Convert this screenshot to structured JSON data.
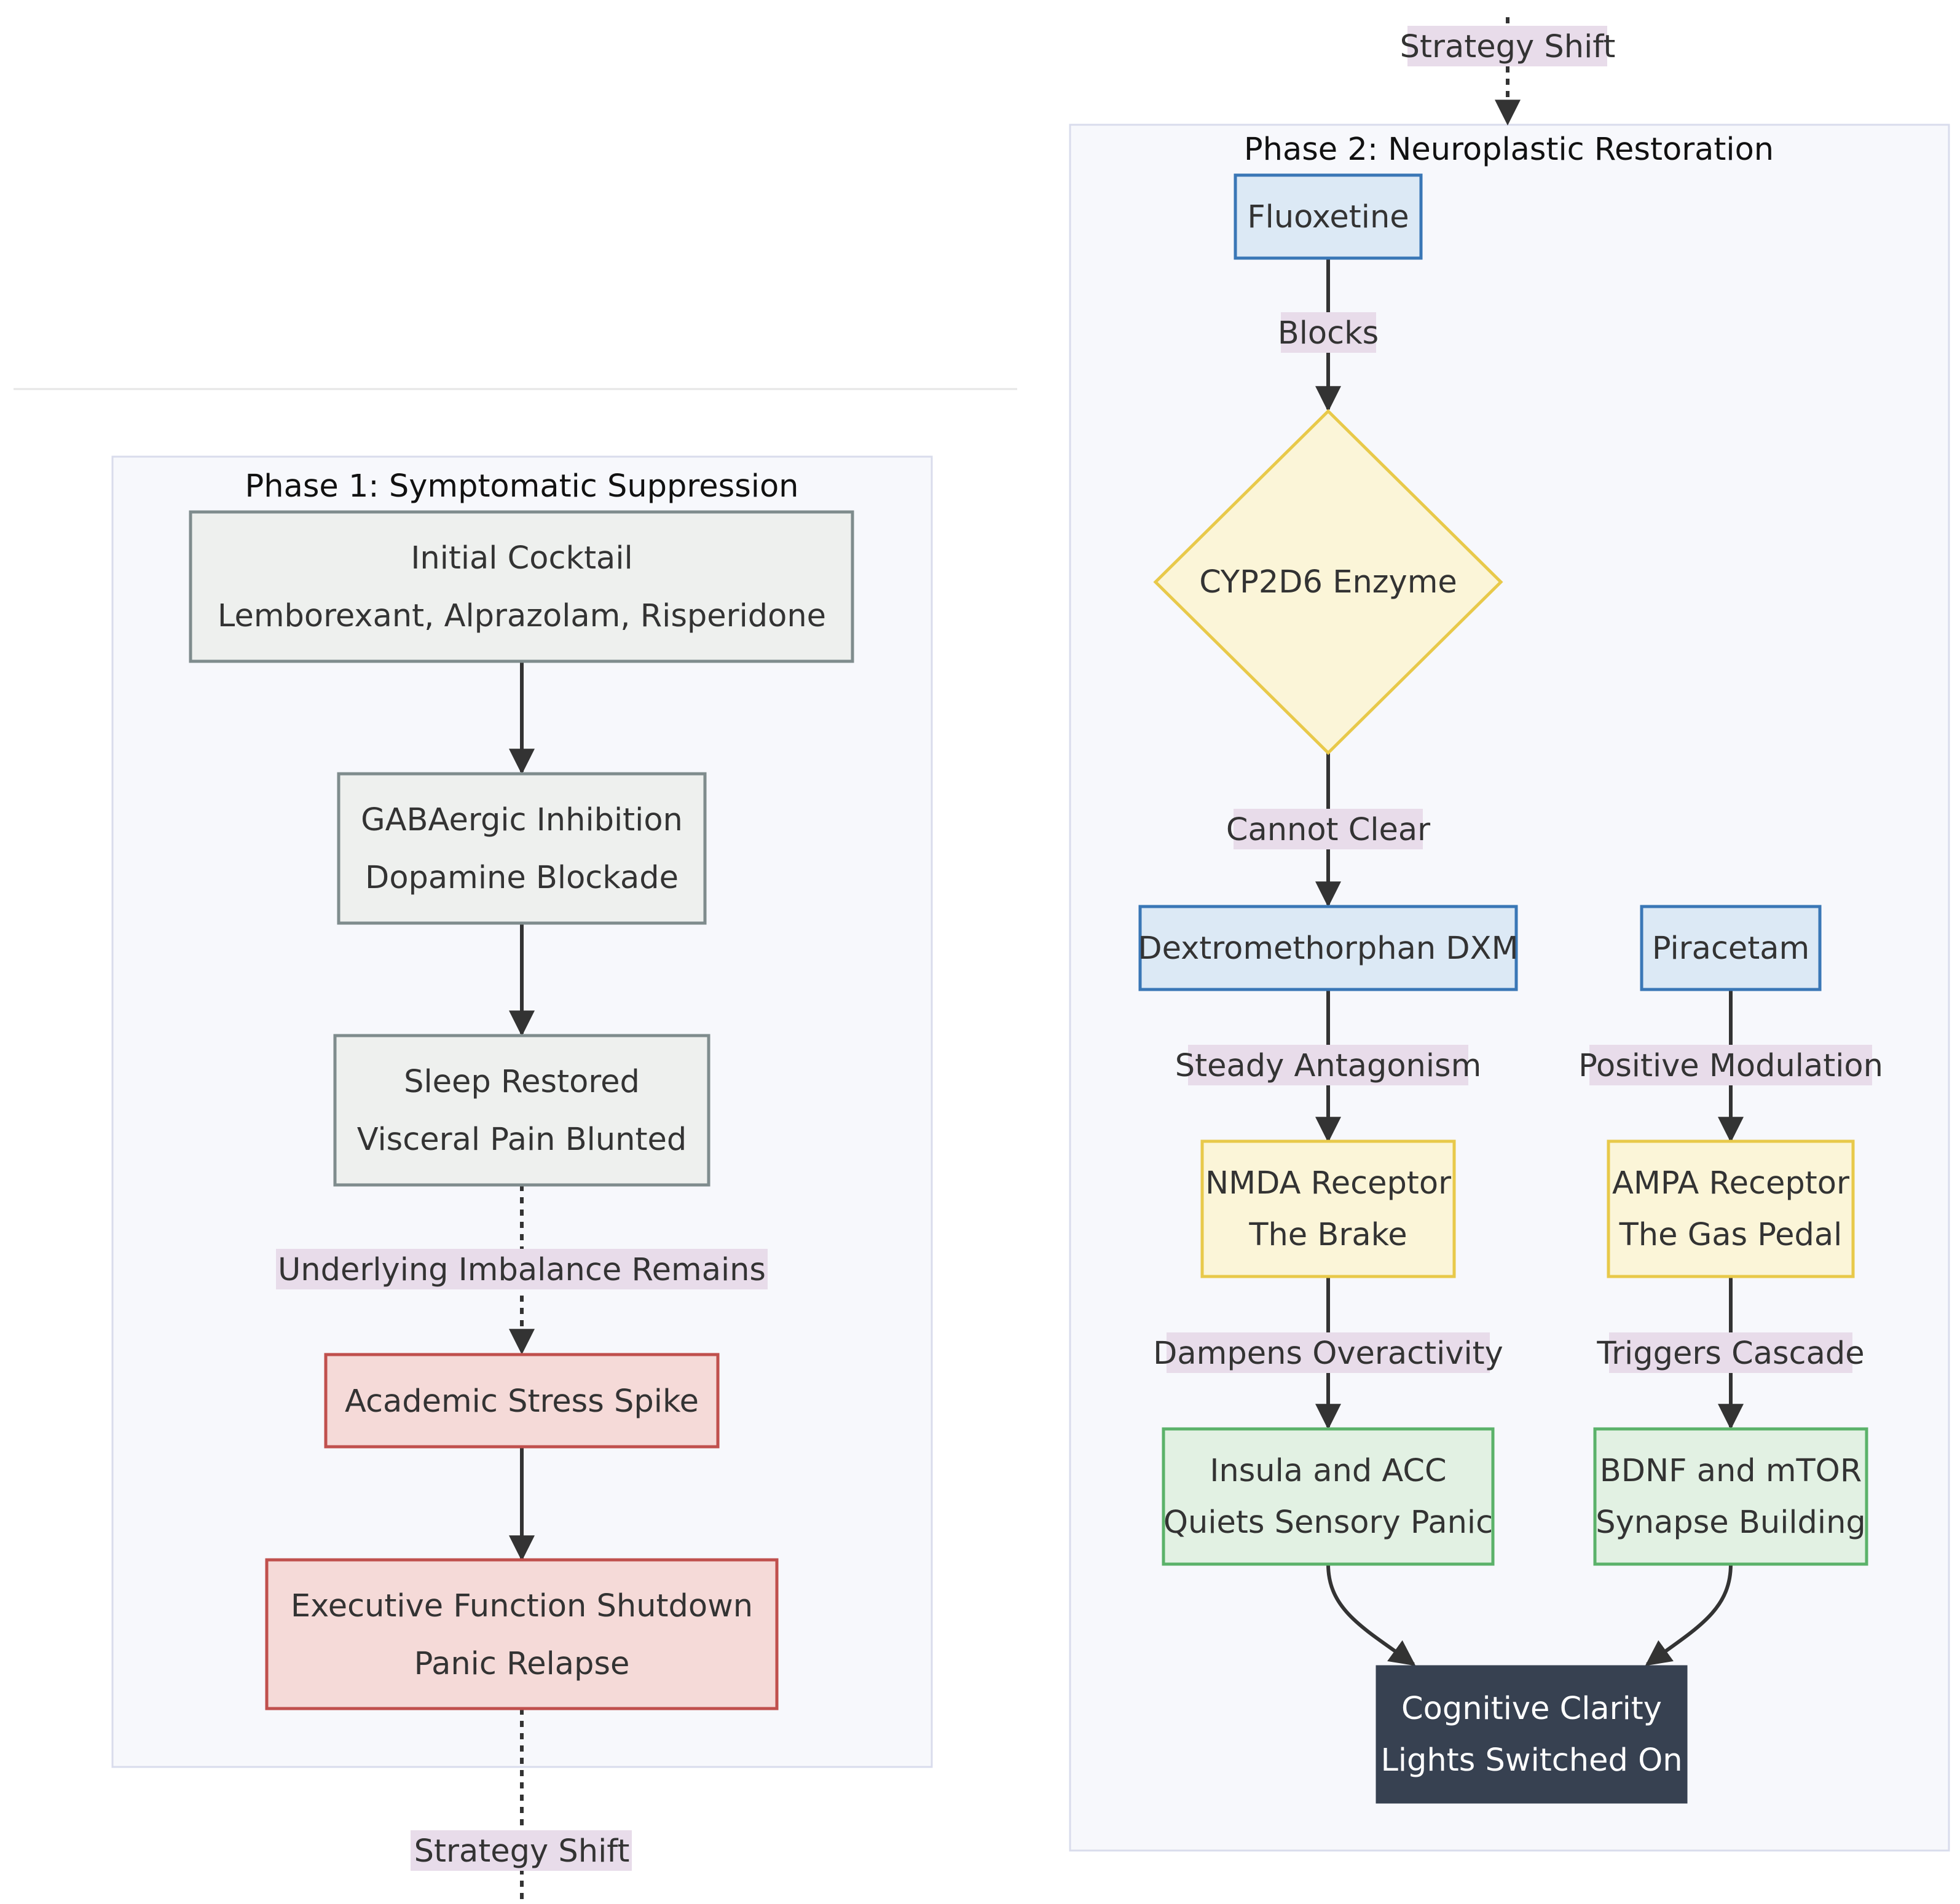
{
  "diagram": {
    "subgraphs": {
      "phase1": {
        "title": "Phase 1: Symptomatic Suppression"
      },
      "phase2": {
        "title": "Phase 2: Neuroplastic Restoration"
      }
    },
    "nodes": {
      "initial_cocktail": {
        "line1": "Initial Cocktail",
        "line2": "Lemborexant, Alprazolam, Risperidone"
      },
      "gabaergic": {
        "line1": "GABAergic Inhibition",
        "line2": "Dopamine Blockade"
      },
      "sleep_restored": {
        "line1": "Sleep Restored",
        "line2": "Visceral Pain Blunted"
      },
      "academic_stress": {
        "line1": "Academic Stress Spike"
      },
      "executive_shutdown": {
        "line1": "Executive Function Shutdown",
        "line2": "Panic Relapse"
      },
      "fluoxetine": {
        "line1": "Fluoxetine"
      },
      "cyp2d6": {
        "line1": "CYP2D6 Enzyme"
      },
      "dxm": {
        "line1": "Dextromethorphan DXM"
      },
      "piracetam": {
        "line1": "Piracetam"
      },
      "nmda": {
        "line1": "NMDA Receptor",
        "line2": "The Brake"
      },
      "ampa": {
        "line1": "AMPA Receptor",
        "line2": "The Gas Pedal"
      },
      "insula": {
        "line1": "Insula and ACC",
        "line2": "Quiets Sensory Panic"
      },
      "bdnf": {
        "line1": "BDNF and mTOR",
        "line2": "Synapse Building"
      },
      "cognitive_clarity": {
        "line1": "Cognitive Clarity",
        "line2": "Lights Switched On"
      }
    },
    "edge_labels": {
      "strategy_shift_top": "Strategy Shift",
      "blocks": "Blocks",
      "cannot_clear": "Cannot Clear",
      "steady_antagonism": "Steady Antagonism",
      "positive_modulation": "Positive Modulation",
      "dampens_overactivity": "Dampens Overactivity",
      "triggers_cascade": "Triggers Cascade",
      "underlying_imbalance": "Underlying Imbalance Remains",
      "strategy_shift_bottom": "Strategy Shift"
    },
    "colors": {
      "grey_fill": "#eef0ee",
      "grey_stroke": "#7f8c8d",
      "red_fill": "#f5dad8",
      "red_stroke": "#c0504d",
      "blue_fill": "#dce9f5",
      "blue_stroke": "#3a77b6",
      "yellow_fill": "#fbf5d8",
      "yellow_stroke": "#e8c94a",
      "green_fill": "#e2f1e3",
      "green_stroke": "#5bb26a",
      "dark_fill": "#374151",
      "subgraph_fill": "#f7f8fc",
      "subgraph_stroke": "#d9dcec",
      "edge_label_bg": "#e8dcea",
      "arrow": "#333333"
    }
  }
}
